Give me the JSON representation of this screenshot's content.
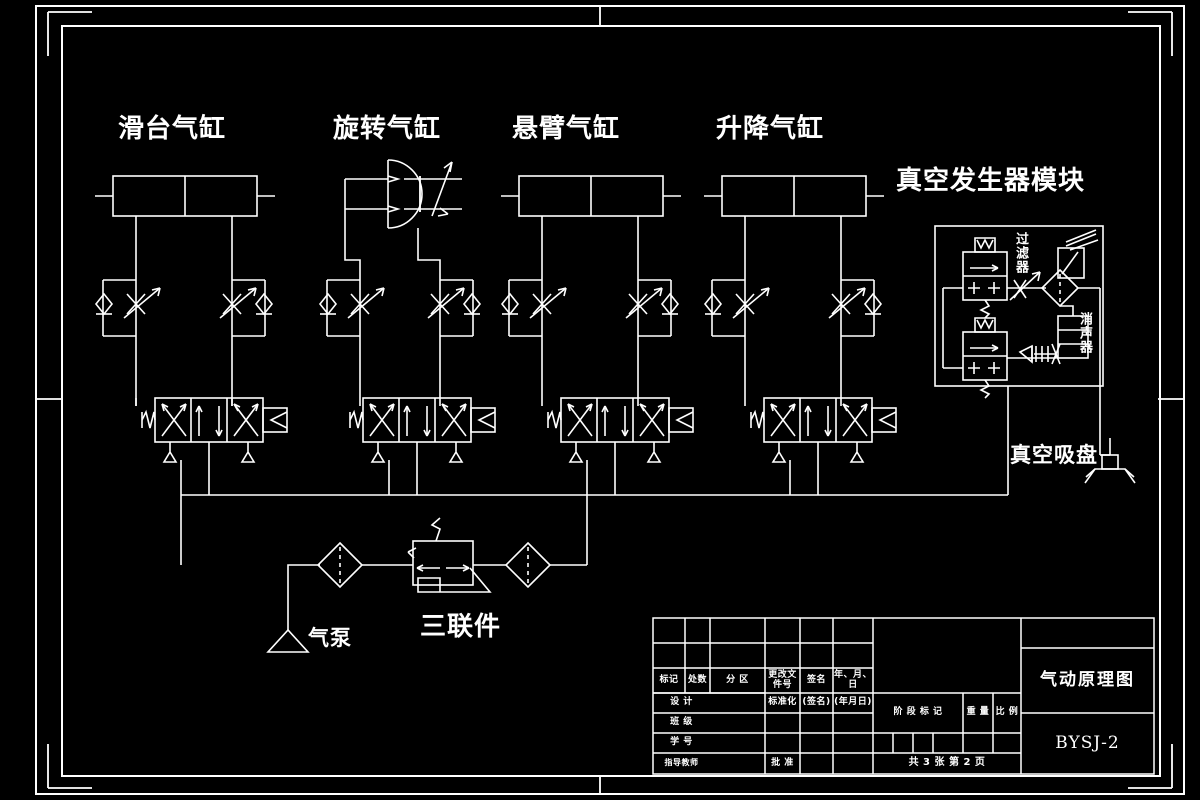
{
  "drawing": {
    "title": "气动原理图",
    "code": "BYSJ-2",
    "background": "#000000",
    "line_color": "#ffffff"
  },
  "components": {
    "cylinders": [
      {
        "id": "slide",
        "label": "滑台气缸"
      },
      {
        "id": "rotary",
        "label": "旋转气缸"
      },
      {
        "id": "cantilever",
        "label": "悬臂气缸"
      },
      {
        "id": "lift",
        "label": "升降气缸"
      }
    ],
    "vacuum_module": {
      "label": "真空发生器模块",
      "filter_label": "过滤器",
      "silencer_label": "消声器",
      "suction_cup_label": "真空吸盘"
    },
    "supply": {
      "pump_label": "气泵",
      "frl_label": "三联件"
    }
  },
  "title_block": {
    "revision_header": [
      "标记",
      "处数",
      "分  区",
      "更改文件号",
      "签名",
      "年、月、日"
    ],
    "rows": [
      {
        "name": "设  计",
        "mid": "标准化",
        "sign": "(签名)",
        "date": "(年月日)"
      },
      {
        "name": "班  级",
        "mid": "",
        "sign": "",
        "date": ""
      },
      {
        "name": "学  号",
        "mid": "",
        "sign": "",
        "date": ""
      },
      {
        "name": "指导教师",
        "mid": "批  准",
        "sign": "",
        "date": ""
      }
    ],
    "stage_header": [
      "阶 段 标 记",
      "重  量",
      "比  例"
    ],
    "sheet_text": "共 3 张     第 2 页",
    "drawing_title": "气动原理图",
    "drawing_code": "BYSJ-2"
  }
}
